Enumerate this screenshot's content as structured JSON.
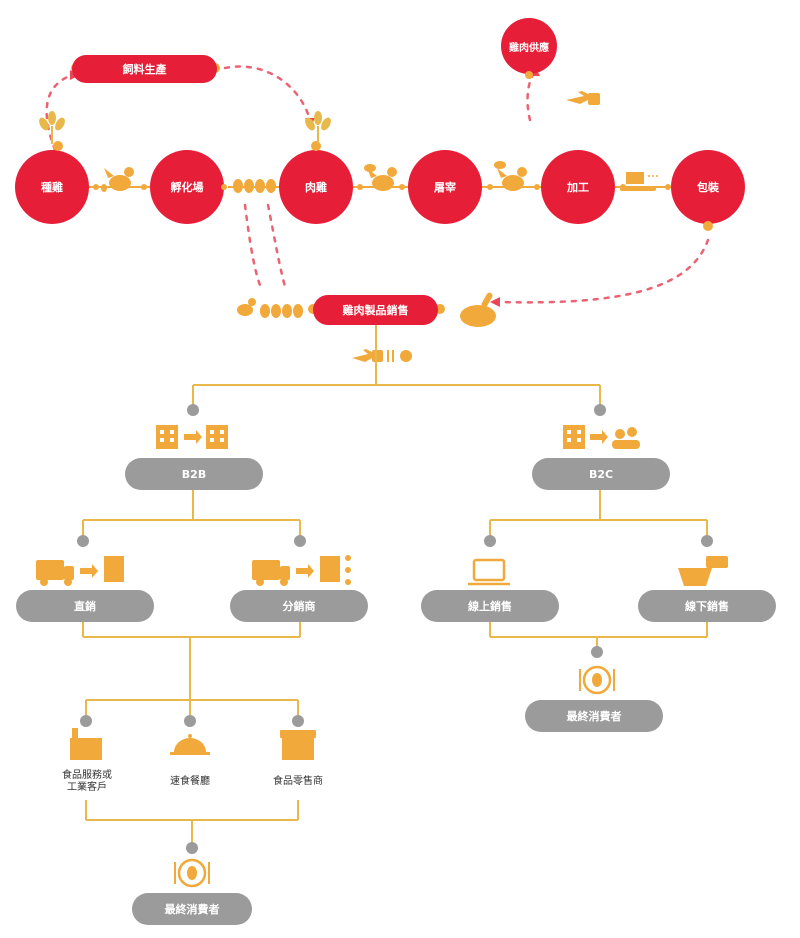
{
  "colors": {
    "red": "#E61E37",
    "orange": "#F2A93B",
    "gold": "#E8B84A",
    "gray": "#9B9B9B",
    "arrow": "#E8475A"
  },
  "top": {
    "feed": "飼料生產",
    "breeder": "種雞",
    "hatchery": "孵化場",
    "broiler": "肉雞",
    "slaughter": "屠宰",
    "processing": "加工",
    "packaging": "包裝",
    "supply": "雞肉供應",
    "sales": "雞肉製品銷售"
  },
  "b2b": {
    "title": "B2B",
    "direct": "直銷",
    "distributor": "分銷商",
    "food_service": "食品服務或\n工業客戶",
    "fast_food": "速食餐廳",
    "retailer": "食品零售商",
    "consumer": "最終消費者"
  },
  "b2c": {
    "title": "B2C",
    "online": "線上銷售",
    "offline": "線下銷售",
    "consumer": "最終消費者"
  }
}
